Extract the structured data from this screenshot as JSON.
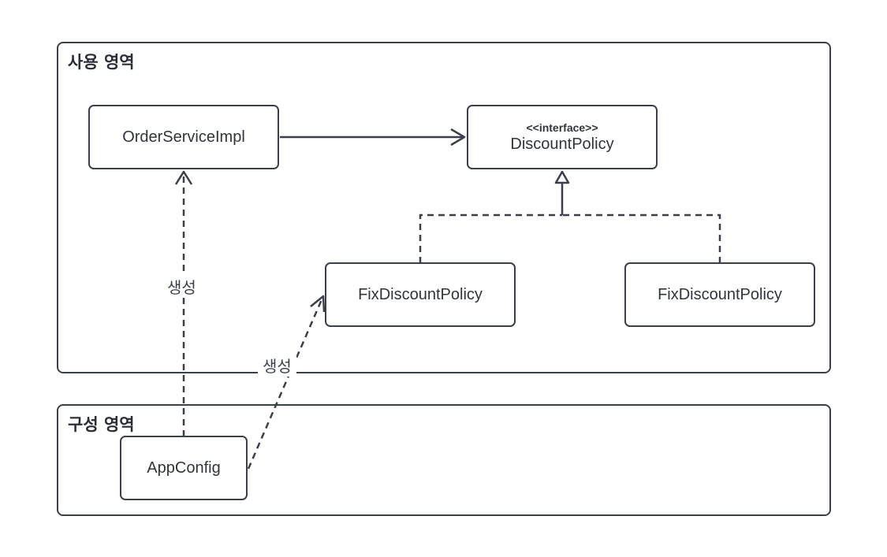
{
  "regions": {
    "usage": {
      "title": "사용 영역"
    },
    "config": {
      "title": "구성 영역"
    }
  },
  "nodes": {
    "order_service": {
      "label": "OrderServiceImpl"
    },
    "discount_policy": {
      "stereotype": "<<interface>>",
      "label": "DiscountPolicy"
    },
    "fix_discount_1": {
      "label": "FixDiscountPolicy"
    },
    "fix_discount_2": {
      "label": "FixDiscountPolicy"
    },
    "app_config": {
      "label": "AppConfig"
    }
  },
  "edges": {
    "create_order_label": "생성",
    "create_fix_label": "생성"
  },
  "colors": {
    "stroke": "#3a3f4a",
    "background": "#ffffff"
  }
}
